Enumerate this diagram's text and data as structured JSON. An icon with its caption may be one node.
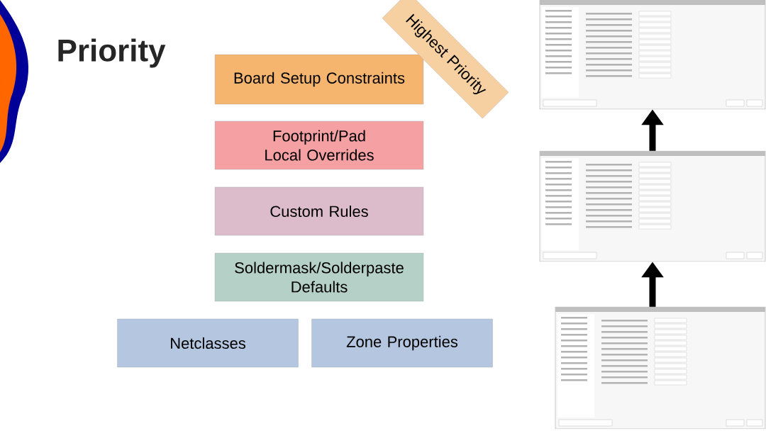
{
  "diagram": {
    "title": "Priority",
    "nodes": [
      {
        "text": [
          "Board Setup Constraints"
        ]
      },
      {
        "text": [
          "Footprint/Pad Local Overrides"
        ]
      },
      {
        "text": [
          "Custom Rules"
        ]
      },
      {
        "text": [
          "Soldermask/Solderpaste Defaults"
        ]
      },
      {
        "text": [
          "Netclasses"
        ]
      },
      {
        "text": [
          "Zone Properties"
        ]
      },
      {
        "text": [
          "Highest Priority"
        ]
      },
      {
        "text": [],
        "shape": "picture"
      },
      {
        "text": [],
        "shape": "picture"
      },
      {
        "text": [],
        "shape": "picture"
      }
    ],
    "edges": [
      {
        "from": 9,
        "to": 8,
        "arrow": "to"
      },
      {
        "from": 8,
        "to": 7,
        "arrow": "to"
      }
    ]
  }
}
